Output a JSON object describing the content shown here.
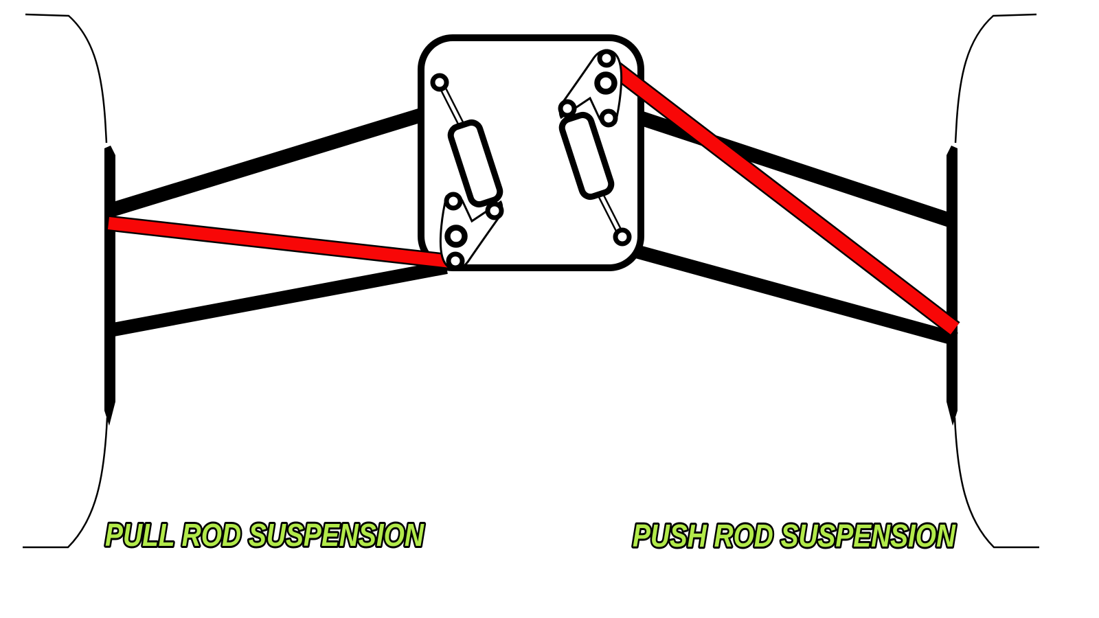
{
  "labels": {
    "pull_rod": "PULL ROD SUSPENSION",
    "push_rod": "PUSH ROD SUSPENSION"
  },
  "colors": {
    "rod_red": "#f80707",
    "label_green": "#b2ea4a",
    "line_black": "#000000"
  },
  "parts": {
    "left_assembly": "pull-rod-suspension",
    "right_assembly": "push-rod-suspension",
    "components": [
      "tire",
      "wheel-upright",
      "upper-wishbone",
      "lower-wishbone",
      "pull-rod",
      "push-rod",
      "rocker",
      "damper",
      "chassis"
    ]
  }
}
